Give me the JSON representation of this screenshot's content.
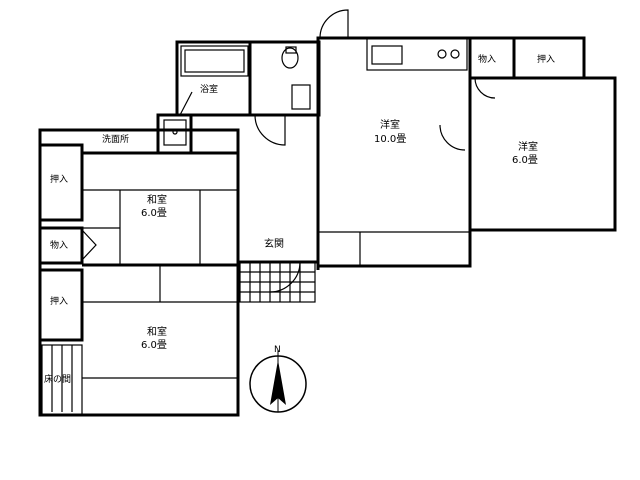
{
  "rooms": {
    "bath": "浴室",
    "washroom": "洗面所",
    "ldk_name": "洋室",
    "ldk_size": "10.0畳",
    "western_name": "洋室",
    "western_size": "6.0畳",
    "storage_top": "物入",
    "closet_top": "押入",
    "closet_left_1": "押入",
    "storage_left": "物入",
    "japanese_1_name": "和室",
    "japanese_1_size": "6.0畳",
    "entrance": "玄関",
    "closet_left_2": "押入",
    "japanese_2_name": "和室",
    "japanese_2_size": "6.0畳",
    "tokonoma": "床の間"
  },
  "compass": {
    "north_label": "N"
  }
}
